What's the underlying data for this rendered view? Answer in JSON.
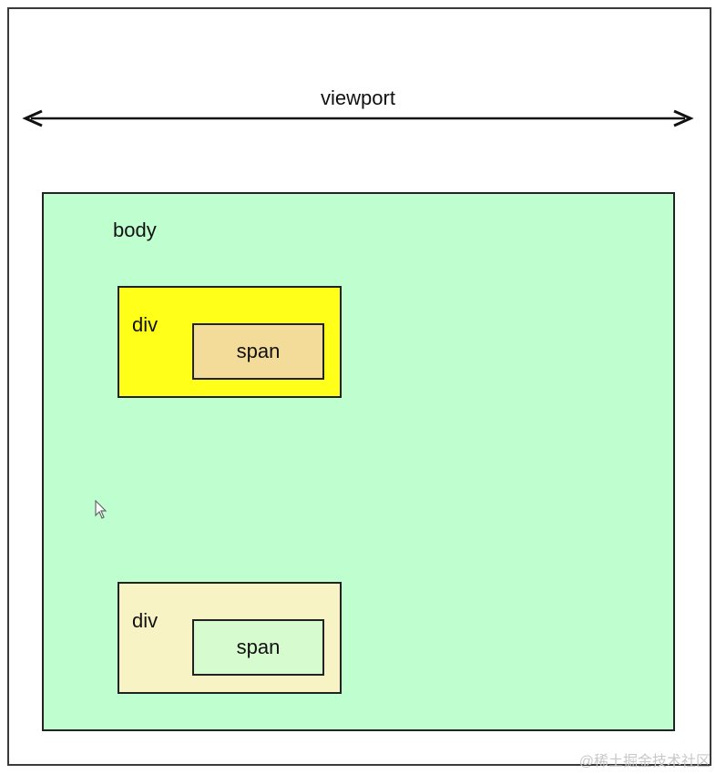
{
  "labels": {
    "viewport": "viewport",
    "body": "body",
    "div_1": "div",
    "span_1": "span",
    "div_2": "div",
    "span_2": "span"
  },
  "colors": {
    "body_fill": "#bfffcf",
    "div_1_fill": "#ffff1a",
    "span_1_fill": "#f3dc9a",
    "div_2_fill": "#f7f3c4",
    "span_2_fill": "#d6fbcf",
    "stroke": "#222222"
  },
  "watermark": "@稀土掘金技术社区"
}
